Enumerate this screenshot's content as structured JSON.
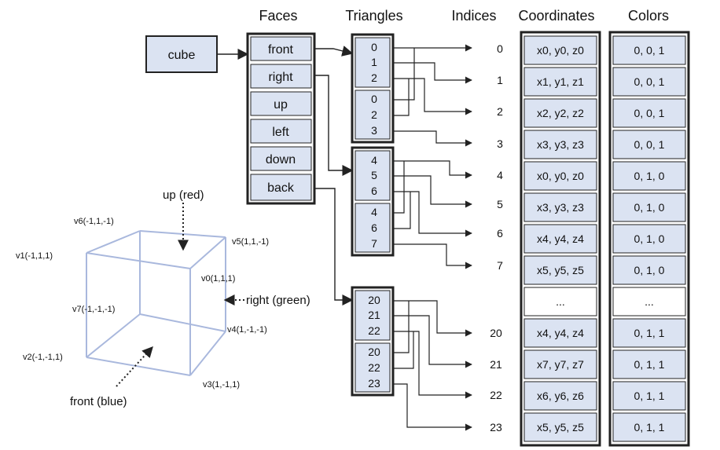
{
  "colors": {
    "cell_fill": "#dbe3f2",
    "border": "#222222",
    "line": "#222222",
    "cube_edge": "#a9b8dd"
  },
  "headers": {
    "faces": "Faces",
    "triangles": "Triangles",
    "indices": "Indices",
    "coordinates": "Coordinates",
    "colors": "Colors"
  },
  "cube_label": "cube",
  "faces": [
    "front",
    "right",
    "up",
    "left",
    "down",
    "back"
  ],
  "triangle_groups": [
    {
      "face": "front",
      "tri1": [
        "0",
        "1",
        "2"
      ],
      "tri2": [
        "0",
        "2",
        "3"
      ]
    },
    {
      "face": "right",
      "tri1": [
        "4",
        "5",
        "6"
      ],
      "tri2": [
        "4",
        "6",
        "7"
      ]
    },
    {
      "face": "back",
      "tri1": [
        "20",
        "21",
        "22"
      ],
      "tri2": [
        "20",
        "22",
        "23"
      ]
    }
  ],
  "indices": [
    "0",
    "1",
    "2",
    "3",
    "4",
    "5",
    "6",
    "7",
    "",
    "20",
    "21",
    "22",
    "23"
  ],
  "coordinates": [
    "x0, y0, z0",
    "x1, y1, z1",
    "x2, y2, z2",
    "x3, y3, z3",
    "x0, y0, z0",
    "x3, y3, z3",
    "x4, y4, z4",
    "x5, y5, z5",
    "...",
    "x4, y4, z4",
    "x7, y7, z7",
    "x6, y6, z6",
    "x5, y5, z5"
  ],
  "vertex_colors": [
    "0, 0, 1",
    "0, 0, 1",
    "0, 0, 1",
    "0, 0, 1",
    "0, 1, 0",
    "0, 1, 0",
    "0, 1, 0",
    "0, 1, 0",
    "...",
    "0, 1, 1",
    "0, 1, 1",
    "0, 1, 1",
    "0, 1, 1"
  ],
  "cube_vertices": {
    "v0": "v0(1,1,1)",
    "v1": "v1(-1,1,1)",
    "v2": "v2(-1,-1,1)",
    "v3": "v3(1,-1,1)",
    "v4": "v4(1,-1,-1)",
    "v5": "v5(1,1,-1)",
    "v6": "v6(-1,1,-1)",
    "v7": "v7(-1,-1,-1)"
  },
  "face_labels": {
    "up": "up (red)",
    "right": "right (green)",
    "front": "front (blue)"
  }
}
